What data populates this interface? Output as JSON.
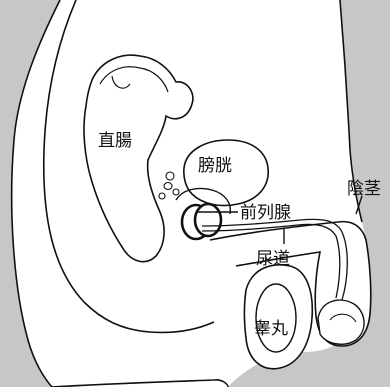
{
  "labels": {
    "rectum": "直腸",
    "bladder": "膀胱",
    "prostate": "前列腺",
    "urethra": "尿道",
    "penis": "陰茎",
    "testis": "睾丸"
  },
  "colors": {
    "skin": "#c7c7c7",
    "tissue": "#ffffff",
    "line": "#111111"
  }
}
